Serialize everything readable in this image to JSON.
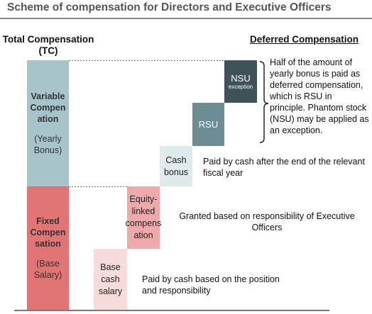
{
  "header": {
    "title": "Scheme of compensation for Directors and Executive Officers"
  },
  "left_column": {
    "label_line1": "Total Compensation",
    "label_line2": "(TC)",
    "variable": {
      "title_lines": [
        "Variable",
        "Compen",
        "ation"
      ],
      "sub_lines": [
        "(Yearly",
        "Bonus)"
      ]
    },
    "fixed": {
      "title_lines": [
        "Fixed",
        "Compen",
        "sation"
      ],
      "sub_lines": [
        "(Base",
        "Salary)"
      ]
    }
  },
  "deferred": {
    "label": "Deferred Compensation",
    "description": "Half of the amount of yearly bonus is paid as deferred compensation, which is RSU in principle. Phantom stock (NSU) may be applied as an exception."
  },
  "steps": {
    "base_cash_salary": {
      "lines": [
        "Base",
        "cash",
        "salary"
      ],
      "description": "Paid by cash based on the position and responsibility"
    },
    "equity_linked": {
      "lines": [
        "Equity-",
        "linked",
        "compens",
        "ation"
      ],
      "description": "Granted based on responsibility of Executive Officers"
    },
    "cash_bonus": {
      "lines": [
        "Cash",
        "bonus"
      ],
      "description": "Paid by cash after the end of the relevant fiscal year"
    },
    "rsu": {
      "label": "RSU"
    },
    "nsu": {
      "label": "NSU",
      "sublabel": "exception"
    }
  },
  "colors": {
    "variable": "#a7c4cb",
    "fixed": "#e07575",
    "base_cash_salary": "#f8dcdc",
    "equity_linked": "#eeaaaa",
    "cash_bonus": "#dfeaec",
    "rsu": "#6d8d95",
    "nsu": "#3f5459"
  }
}
